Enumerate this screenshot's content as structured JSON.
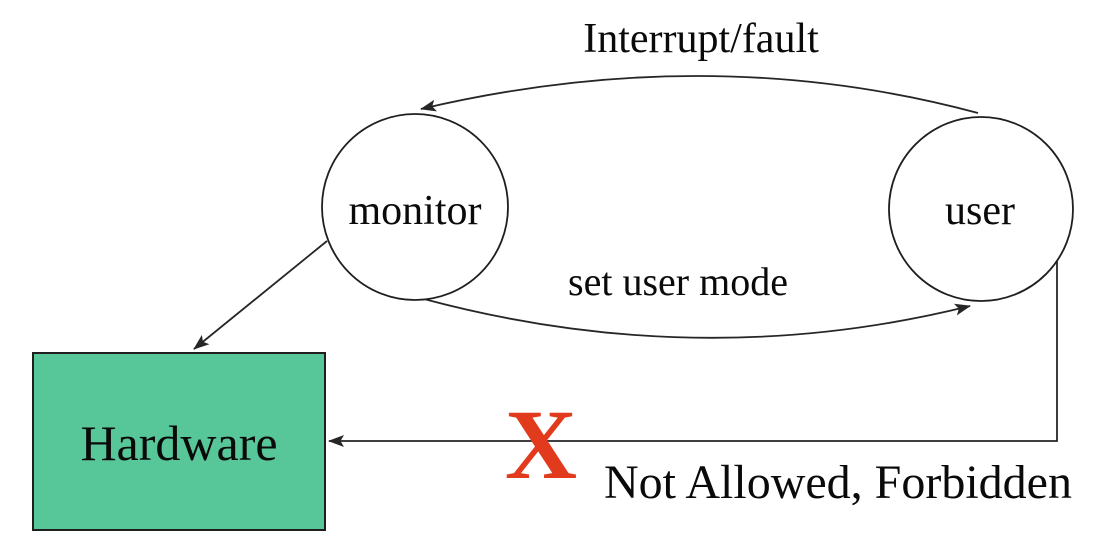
{
  "diagram": {
    "nodes": {
      "monitor": {
        "label": "monitor",
        "shape": "circle"
      },
      "user": {
        "label": "user",
        "shape": "circle"
      },
      "hardware": {
        "label": "Hardware",
        "shape": "rectangle"
      }
    },
    "edges": {
      "interrupt_fault": {
        "label": "Interrupt/fault",
        "from": "user",
        "to": "monitor"
      },
      "set_user_mode": {
        "label": "set user mode",
        "from": "monitor",
        "to": "user"
      },
      "monitor_to_hardware": {
        "from": "monitor",
        "to": "hardware"
      },
      "user_to_hardware": {
        "label": "Not Allowed, Forbidden",
        "marker": "X",
        "from": "user",
        "to": "hardware",
        "status": "forbidden"
      }
    },
    "colors": {
      "hardware_fill": "#57c698",
      "hardware_border": "#1f1f1f",
      "line": "#262626",
      "forbidden_x": "#e23a1c",
      "text": "#0a0a0a",
      "background": "#ffffff"
    }
  }
}
